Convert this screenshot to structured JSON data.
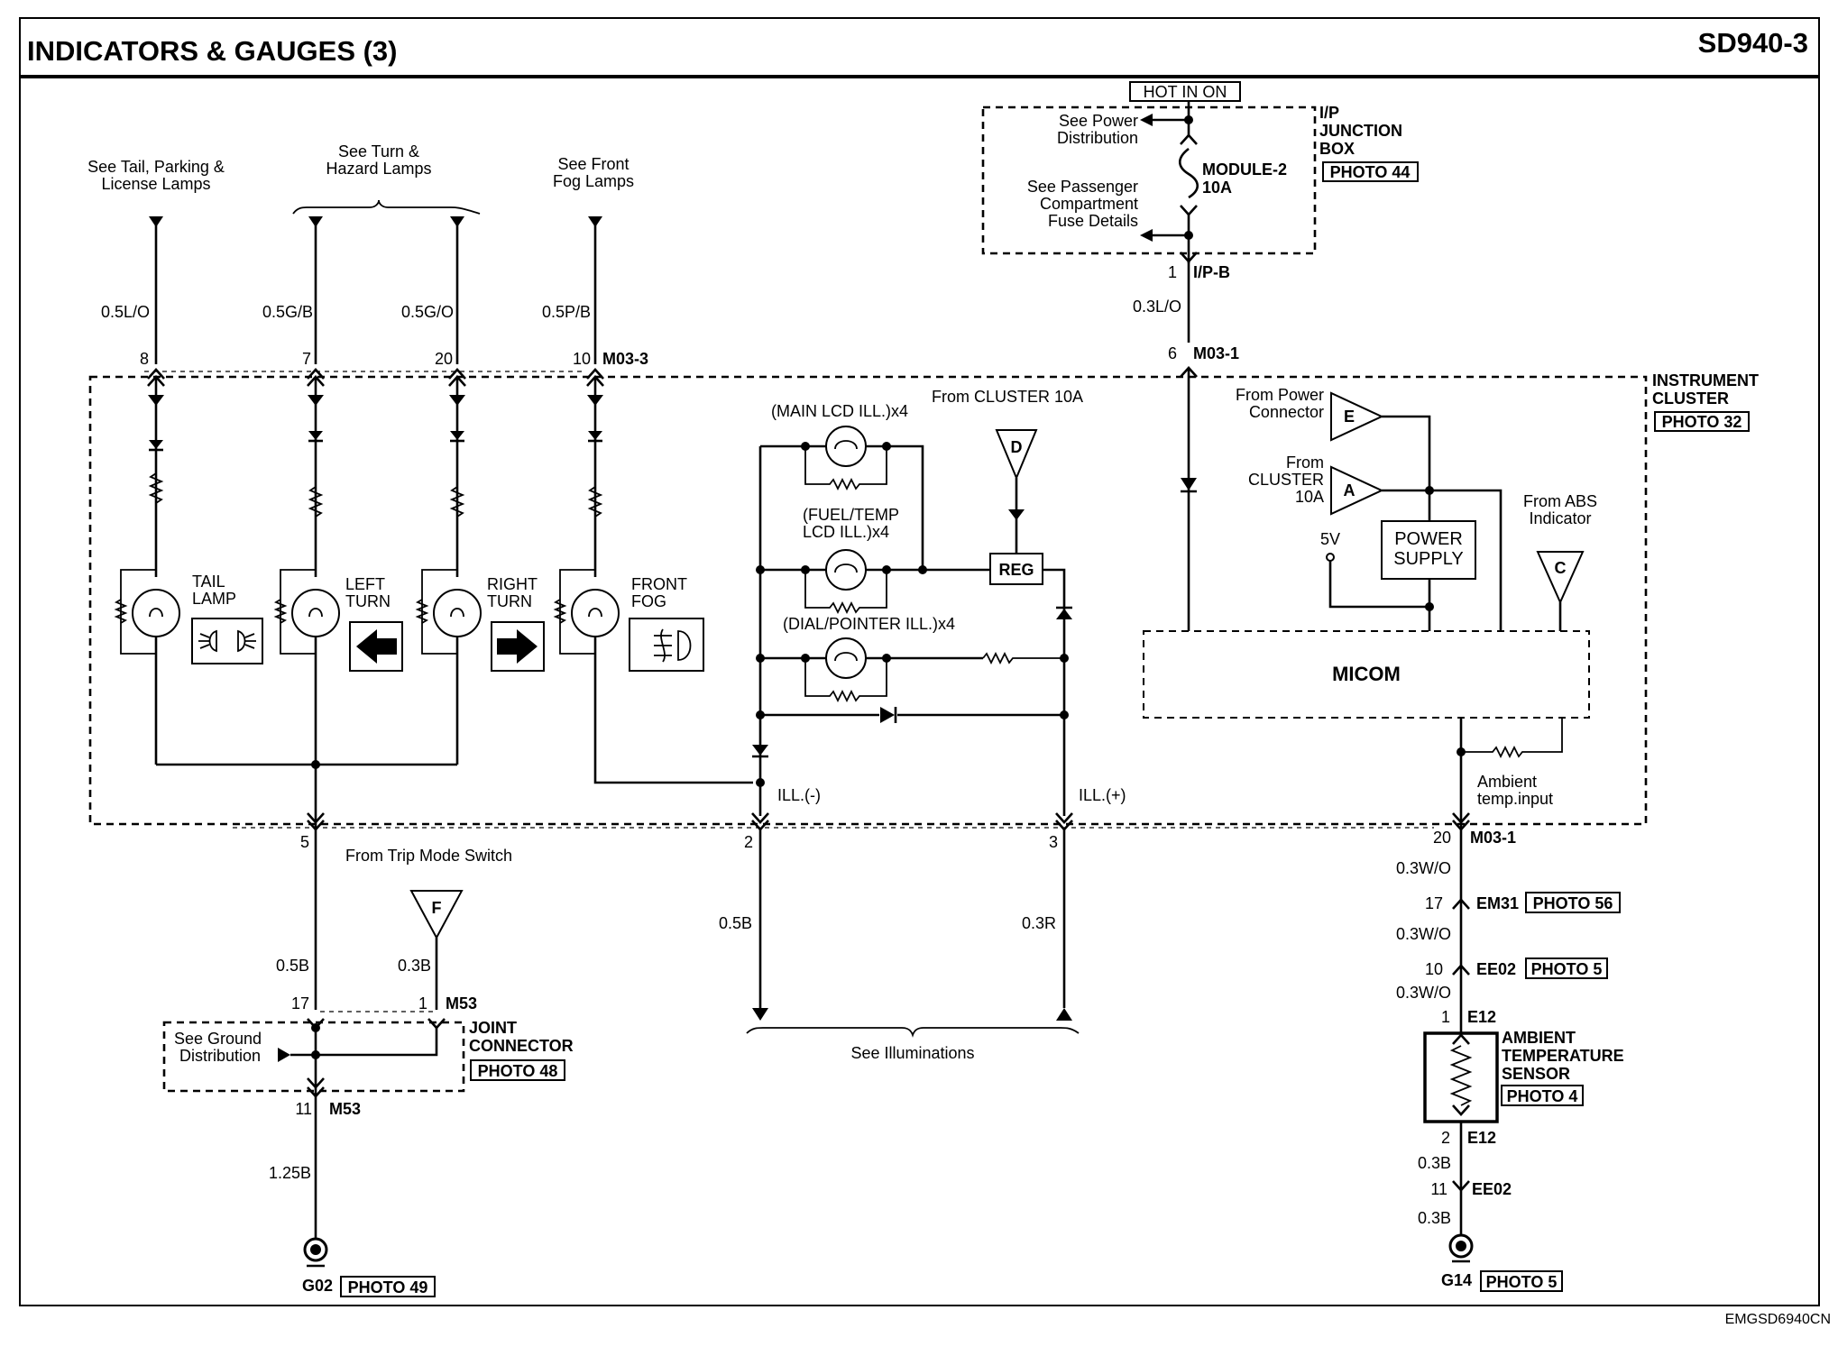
{
  "header": {
    "title": "INDICATORS & GAUGES (3)",
    "code": "SD940-3"
  },
  "footer_code": "EMGSD6940CN",
  "top": {
    "hot_in_on": "HOT IN ON",
    "junction_box": [
      "I/P",
      "JUNCTION",
      "BOX"
    ],
    "junction_photo": "PHOTO 44",
    "see_power": [
      "See Power",
      "Distribution"
    ],
    "see_passenger": [
      "See Passenger",
      "Compartment",
      "Fuse Details"
    ],
    "fuse": [
      "MODULE-2",
      "10A"
    ],
    "conn_ipb_pin": "1",
    "conn_ipb": "I/P-B",
    "wire_03lo": "0.3L/O",
    "conn_m031_pin": "6",
    "conn_m031": "M03-1"
  },
  "sources": {
    "tail": [
      "See Tail, Parking &",
      "License Lamps"
    ],
    "turn": [
      "See Turn &",
      "Hazard Lamps"
    ],
    "fog": [
      "See Front",
      "Fog Lamps"
    ]
  },
  "wires": {
    "w1": "0.5L/O",
    "w2": "0.5G/B",
    "w3": "0.5G/O",
    "w4": "0.5P/B",
    "p1": "8",
    "p2": "7",
    "p3": "20",
    "p4": "10",
    "conn": "M03-3"
  },
  "cluster": {
    "name": [
      "INSTRUMENT",
      "CLUSTER"
    ],
    "photo": "PHOTO 32",
    "tail_lamp": [
      "TAIL",
      "LAMP"
    ],
    "left_turn": [
      "LEFT",
      "TURN"
    ],
    "right_turn": [
      "RIGHT",
      "TURN"
    ],
    "front_fog": [
      "FRONT",
      "FOG"
    ],
    "from_cluster_10a": "From CLUSTER 10A",
    "main_lcd": "(MAIN LCD ILL.)x4",
    "fuel_temp": [
      "(FUEL/TEMP",
      "LCD ILL.)x4"
    ],
    "dial": "(DIAL/POINTER ILL.)x4",
    "reg": "REG",
    "ill_neg": "ILL.(-)",
    "ill_pos": "ILL.(+)",
    "from_power": [
      "From Power",
      "Connector"
    ],
    "from_cluster": [
      "From",
      "CLUSTER",
      "10A"
    ],
    "from_abs": [
      "From ABS",
      "Indicator"
    ],
    "five_v": "5V",
    "power_supply": [
      "POWER",
      "SUPPLY"
    ],
    "micom": "MICOM",
    "ambient": [
      "Ambient",
      "temp.input"
    ],
    "conn_e": "E",
    "conn_a": "A",
    "conn_c": "C",
    "conn_d": "D"
  },
  "bottom": {
    "pin5": "5",
    "from_trip": "From Trip Mode Switch",
    "pin2": "2",
    "pin3": "3",
    "w05b_a": "0.5B",
    "w03r": "0.3R",
    "see_illum": "See Illuminations",
    "conn_f": "F",
    "w05b_b": "0.5B",
    "w03b_a": "0.3B",
    "pin17": "17",
    "pin1": "1",
    "m53": "M53",
    "see_ground": [
      "See Ground",
      "Distribution"
    ],
    "joint": [
      "JOINT",
      "CONNECTOR"
    ],
    "joint_photo": "PHOTO 48",
    "pin11": "11",
    "m53b": "M53",
    "w125b": "1.25B",
    "g02": "G02",
    "g02_photo": "PHOTO 49"
  },
  "right": {
    "pin20": "20",
    "m031": "M03-1",
    "w1": "0.3W/O",
    "pin17": "17",
    "em31": "EM31",
    "em31_photo": "PHOTO 56",
    "w2": "0.3W/O",
    "pin10": "10",
    "ee02": "EE02",
    "ee02_photo": "PHOTO 5",
    "w3": "0.3W/O",
    "pin1": "1",
    "e12": "E12",
    "sensor": [
      "AMBIENT",
      "TEMPERATURE",
      "SENSOR"
    ],
    "sensor_photo": "PHOTO 4",
    "pin2": "2",
    "e12b": "E12",
    "w4": "0.3B",
    "pin11": "11",
    "ee02b": "EE02",
    "w5": "0.3B",
    "g14": "G14",
    "g14_photo": "PHOTO 5"
  }
}
